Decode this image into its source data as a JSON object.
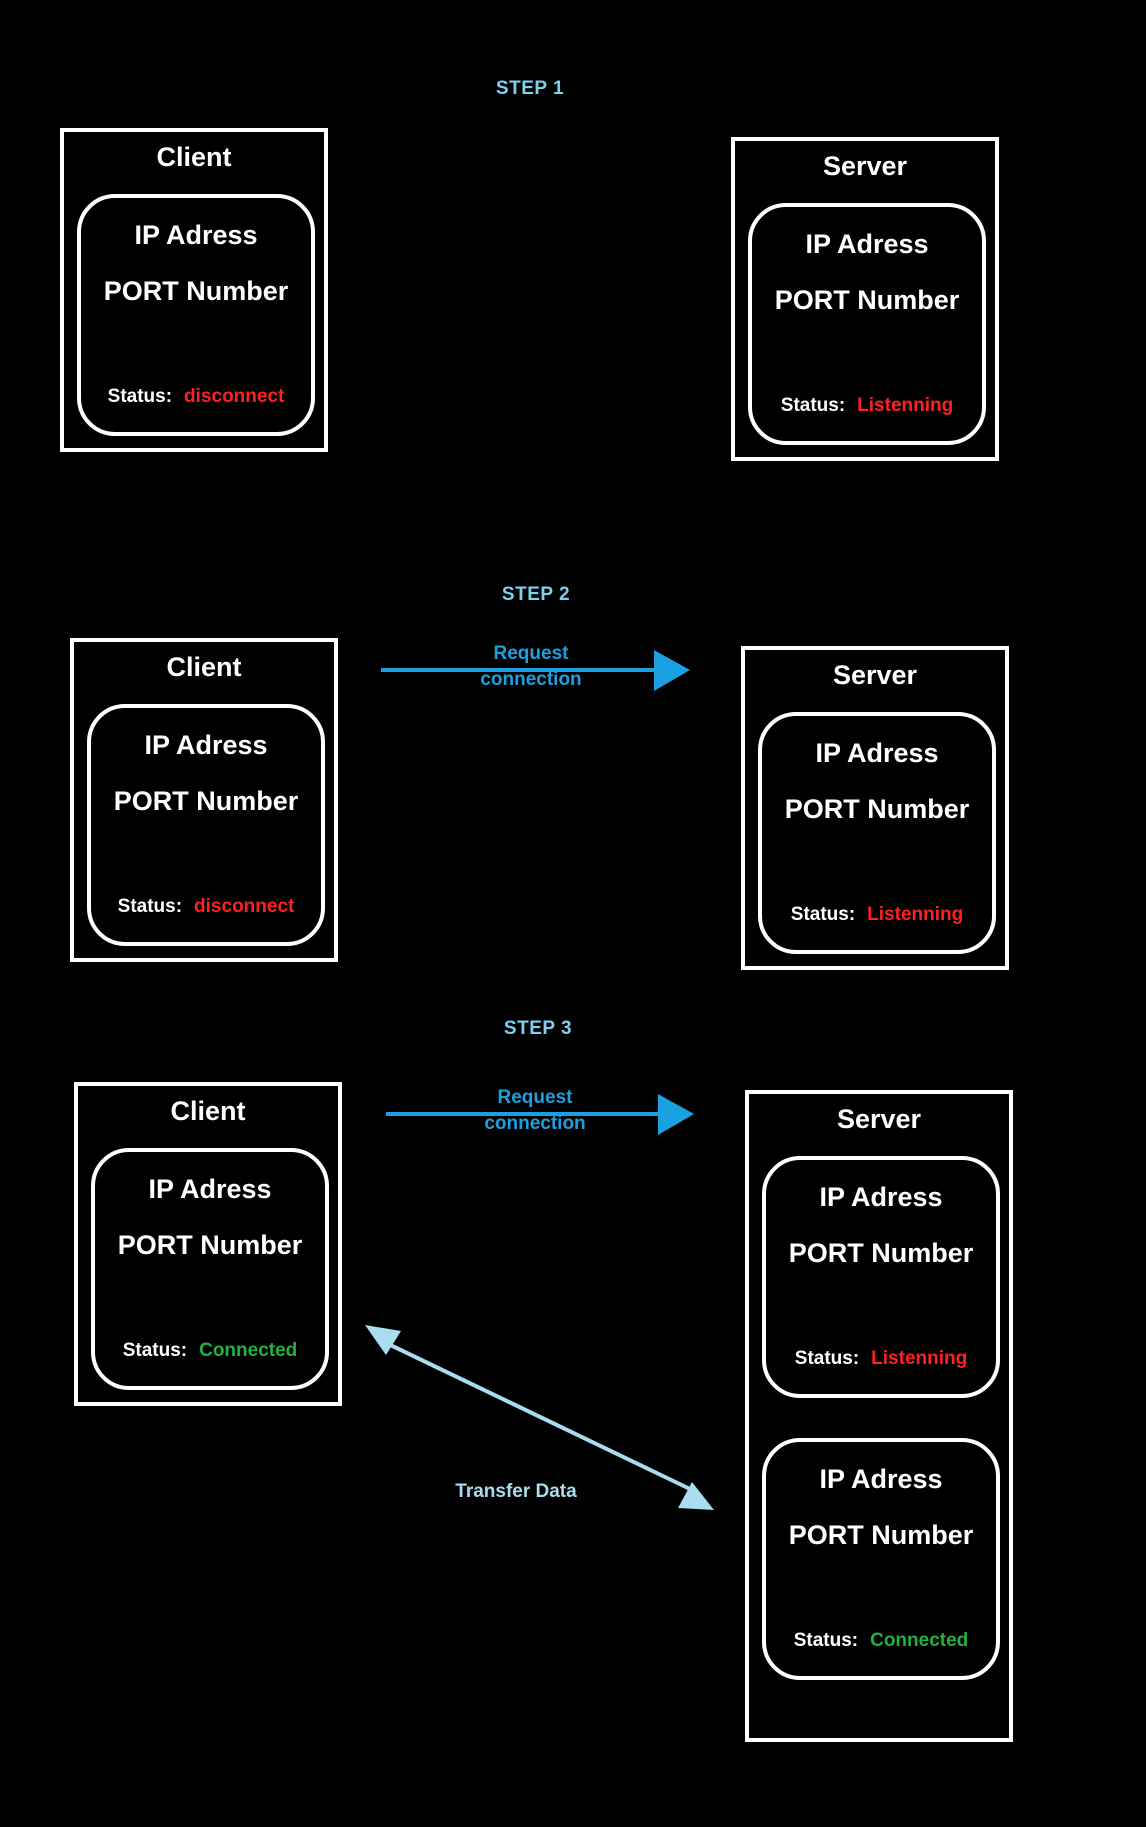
{
  "steps": [
    "STEP 1",
    "STEP 2",
    "STEP 3"
  ],
  "node_labels": {
    "client": "Client",
    "server": "Server"
  },
  "port_fields": {
    "ip": "IP Adress",
    "port": "PORT Number",
    "status_label": "Status:"
  },
  "statuses": {
    "disconnect": "disconnect",
    "listening": "Listenning",
    "connected": "Connected"
  },
  "edges": {
    "request": "Request connection",
    "transfer": "Transfer Data"
  },
  "colors": {
    "background": "#000000",
    "step_text": "#7fd0f0",
    "request_arrow": "#1ba0e2",
    "transfer_arrow": "#a8dcef",
    "status_error": "#ff2020",
    "status_ok": "#22b040"
  }
}
